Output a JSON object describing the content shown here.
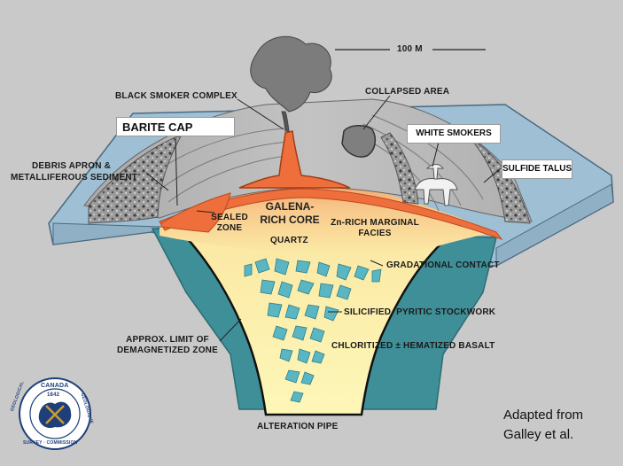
{
  "labels": {
    "scale": "100 M",
    "black_smoker": "BLACK SMOKER COMPLEX",
    "collapsed_area": "COLLAPSED AREA",
    "barite_cap": "BARITE CAP",
    "white_smokers": "WHITE SMOKERS",
    "debris_apron_1": "DEBRIS APRON &",
    "debris_apron_2": "METALLIFEROUS SEDIMENT",
    "sulfide_talus": "SULFIDE TALUS",
    "galena_1": "GALENA-",
    "galena_2": "RICH CORE",
    "sealed_1": "SEALED",
    "sealed_2": "ZONE",
    "zn_1": "Zn-RICH MARGINAL",
    "zn_2": "FACIES",
    "quartz": "QUARTZ",
    "gradational": "GRADATIONAL CONTACT",
    "silicified": "SILICIFIED, PYRITIC STOCKWORK",
    "demag_1": "APPROX. LIMIT OF",
    "demag_2": "DEMAGNETIZED ZONE",
    "chloritized": "CHLORITIZED ± HEMATIZED BASALT",
    "alteration_pipe": "ALTERATION PIPE"
  },
  "credit": {
    "line1": "Adapted from",
    "line2": "Galley et al."
  },
  "seal": {
    "top": "CANADA",
    "year": "1842",
    "left": "GEOLOGICAL",
    "bottom": "SURVEY · COMMISSION",
    "right": "GÉOLOGIQUE"
  },
  "colors": {
    "background": "#c9c9c9",
    "seafloor": "#9fbfd4",
    "basalt": "#3f8f98",
    "mound_gray": "#b5b5b5",
    "orange": "#ee6f3c",
    "core_yellow": "#fbe8a4",
    "pipe_yellow": "#fcf6b4",
    "stockwork": "#5ab6c3"
  }
}
